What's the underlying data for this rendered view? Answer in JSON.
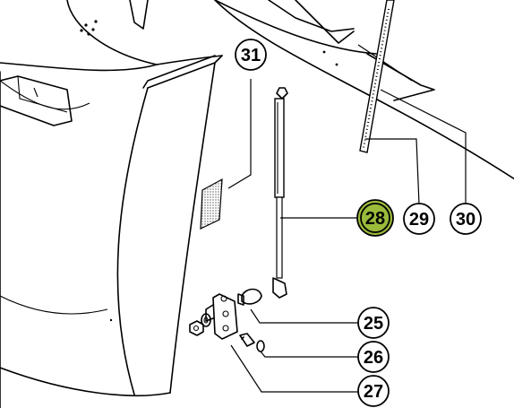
{
  "callouts": [
    {
      "id": "c25",
      "label": "25",
      "highlight": false
    },
    {
      "id": "c26",
      "label": "26",
      "highlight": false
    },
    {
      "id": "c27",
      "label": "27",
      "highlight": false
    },
    {
      "id": "c28",
      "label": "28",
      "highlight": true
    },
    {
      "id": "c29",
      "label": "29",
      "highlight": false
    },
    {
      "id": "c30",
      "label": "30",
      "highlight": false
    },
    {
      "id": "c31",
      "label": "31",
      "highlight": false
    }
  ],
  "colors": {
    "highlight": "#9bbb3b",
    "line": "#000000",
    "background": "#ffffff"
  }
}
